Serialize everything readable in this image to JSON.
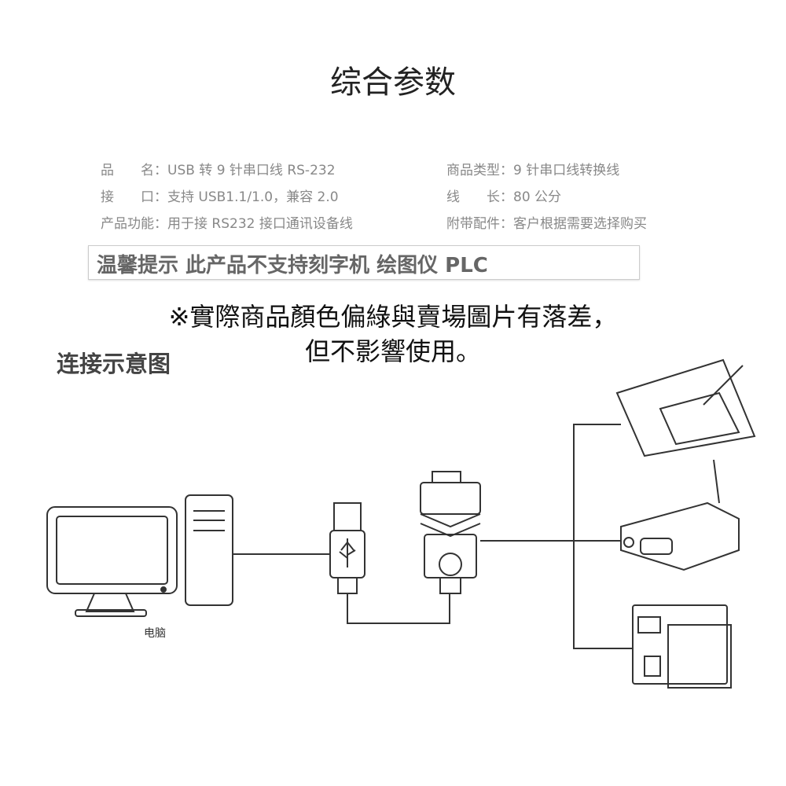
{
  "title": "综合参数",
  "specs": {
    "name": "品　　名：USB 转 9 针串口线  RS-232",
    "interface": "接　　口：支持 USB1.1/1.0，兼容 2.0",
    "function": "产品功能：用于接 RS232 接口通讯设备线",
    "type": "商品类型：9 针串口线转换线",
    "length": "线　　长：80 公分",
    "accessory": "附带配件：客户根据需要选择购买"
  },
  "warning": "温馨提示 此产品不支持刻字机 绘图仪 PLC",
  "notice_line1": "※實際商品顏色偏綠與賣場圖片有落差，",
  "notice_line2": "但不影響使用。",
  "diagram": {
    "heading": "连接示意图",
    "computer_label": "电脑"
  }
}
